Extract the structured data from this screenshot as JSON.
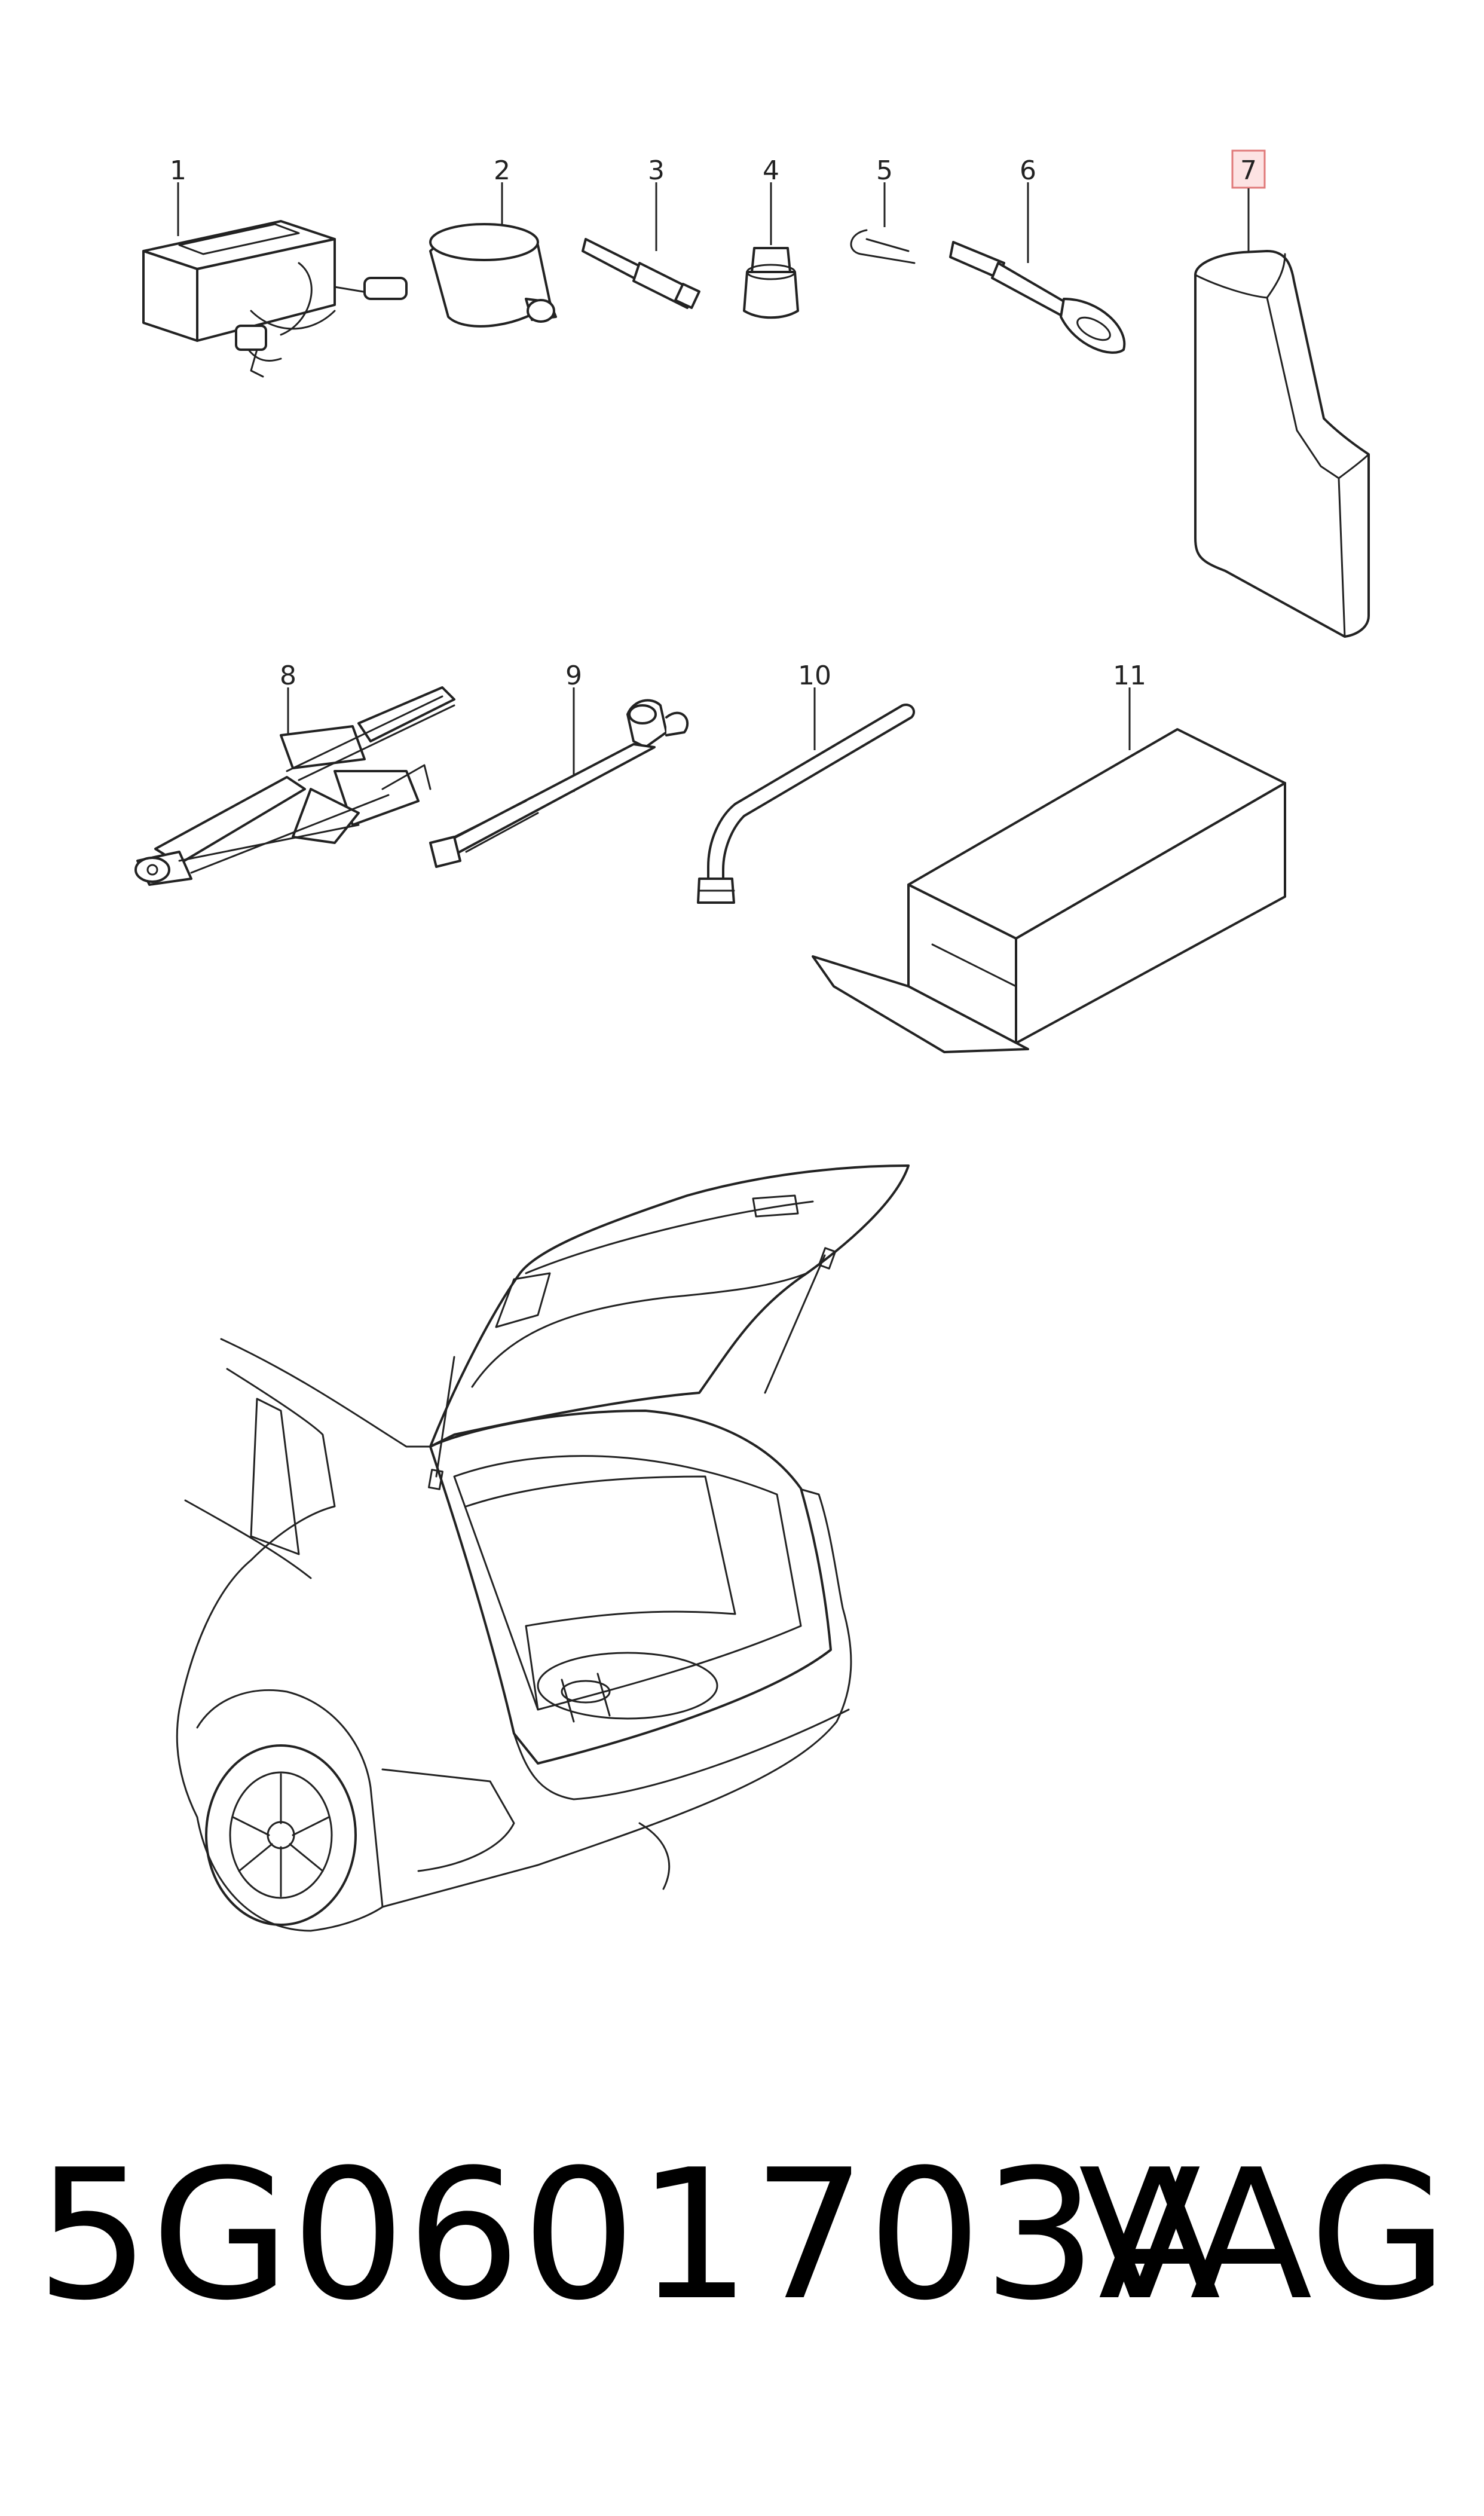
{
  "callouts": {
    "c1": "1",
    "c2": "2",
    "c3": "3",
    "c4": "4",
    "c5": "5",
    "c6": "6",
    "c7": "7",
    "c8": "8",
    "c9": "9",
    "c10": "10",
    "c11": "11"
  },
  "highlight_color": "#e07a7a",
  "footer": {
    "part_number": "5G0601703A",
    "brand": "VAG"
  }
}
